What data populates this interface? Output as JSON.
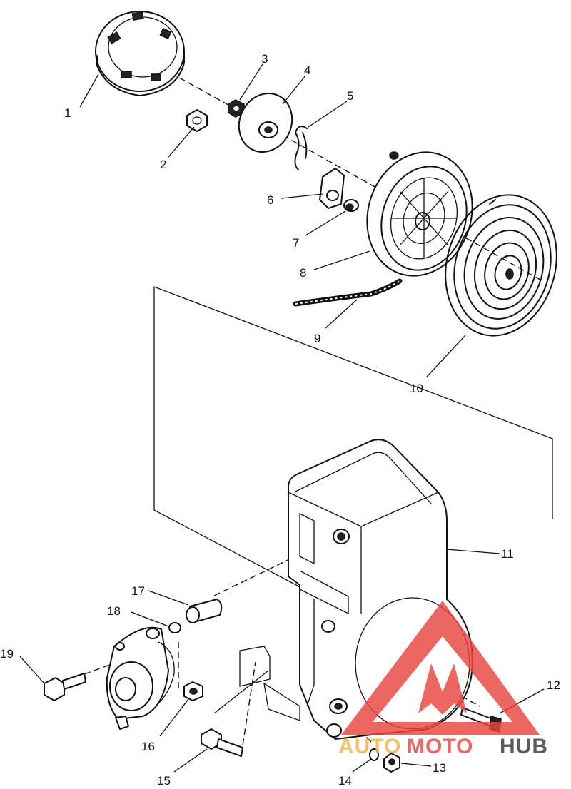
{
  "callouts": [
    {
      "id": "1",
      "label": "1"
    },
    {
      "id": "2",
      "label": "2"
    },
    {
      "id": "3",
      "label": "3"
    },
    {
      "id": "4",
      "label": "4"
    },
    {
      "id": "5",
      "label": "5"
    },
    {
      "id": "6",
      "label": "6"
    },
    {
      "id": "7",
      "label": "7"
    },
    {
      "id": "8",
      "label": "8"
    },
    {
      "id": "9",
      "label": "9"
    },
    {
      "id": "10",
      "label": "10"
    },
    {
      "id": "11",
      "label": "11"
    },
    {
      "id": "12",
      "label": "12"
    },
    {
      "id": "13",
      "label": "13"
    },
    {
      "id": "14",
      "label": "14"
    },
    {
      "id": "15",
      "label": "15"
    },
    {
      "id": "16",
      "label": "16"
    },
    {
      "id": "17",
      "label": "17"
    },
    {
      "id": "18",
      "label": "18"
    },
    {
      "id": "19",
      "label": "19"
    }
  ],
  "watermark": {
    "text_auto": "AUTO",
    "text_moto": "MOTO",
    "text_hub": "HUB",
    "color_primary": "#e8463f",
    "color_secondary": "#f5b24a",
    "color_dark": "#3a3a3a"
  }
}
